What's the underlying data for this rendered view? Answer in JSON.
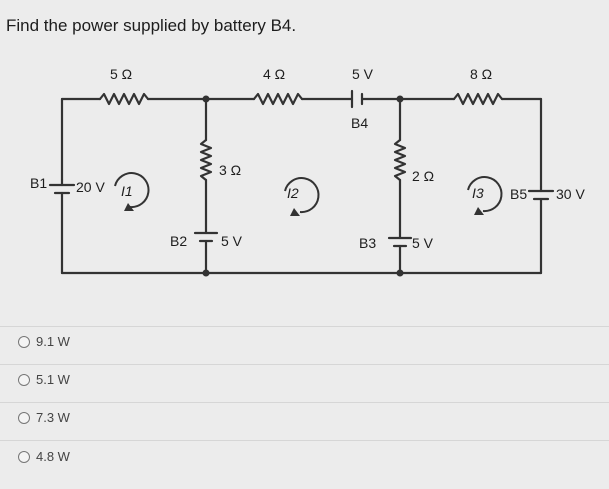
{
  "question": "Find the power supplied by battery B4.",
  "circuit": {
    "resistors": {
      "r_top_left": "5 Ω",
      "r_top_mid": "4 Ω",
      "r_top_right": "8 Ω",
      "r_vert_left": "3 Ω",
      "r_vert_right": "2 Ω"
    },
    "batteries": {
      "b1": {
        "name": "B1",
        "voltage": "20 V"
      },
      "b2": {
        "name": "B2",
        "voltage": "5 V"
      },
      "b3": {
        "name": "B3",
        "voltage": "5 V"
      },
      "b4": {
        "name": "B4",
        "voltage": "5 V"
      },
      "b5": {
        "name": "B5",
        "voltage": "30 V"
      }
    },
    "currents": {
      "i1": "I1",
      "i2": "I2",
      "i3": "I3"
    }
  },
  "choices": [
    {
      "label": "9.1 W"
    },
    {
      "label": "5.1 W"
    },
    {
      "label": "7.3 W"
    },
    {
      "label": "4.8 W"
    }
  ]
}
